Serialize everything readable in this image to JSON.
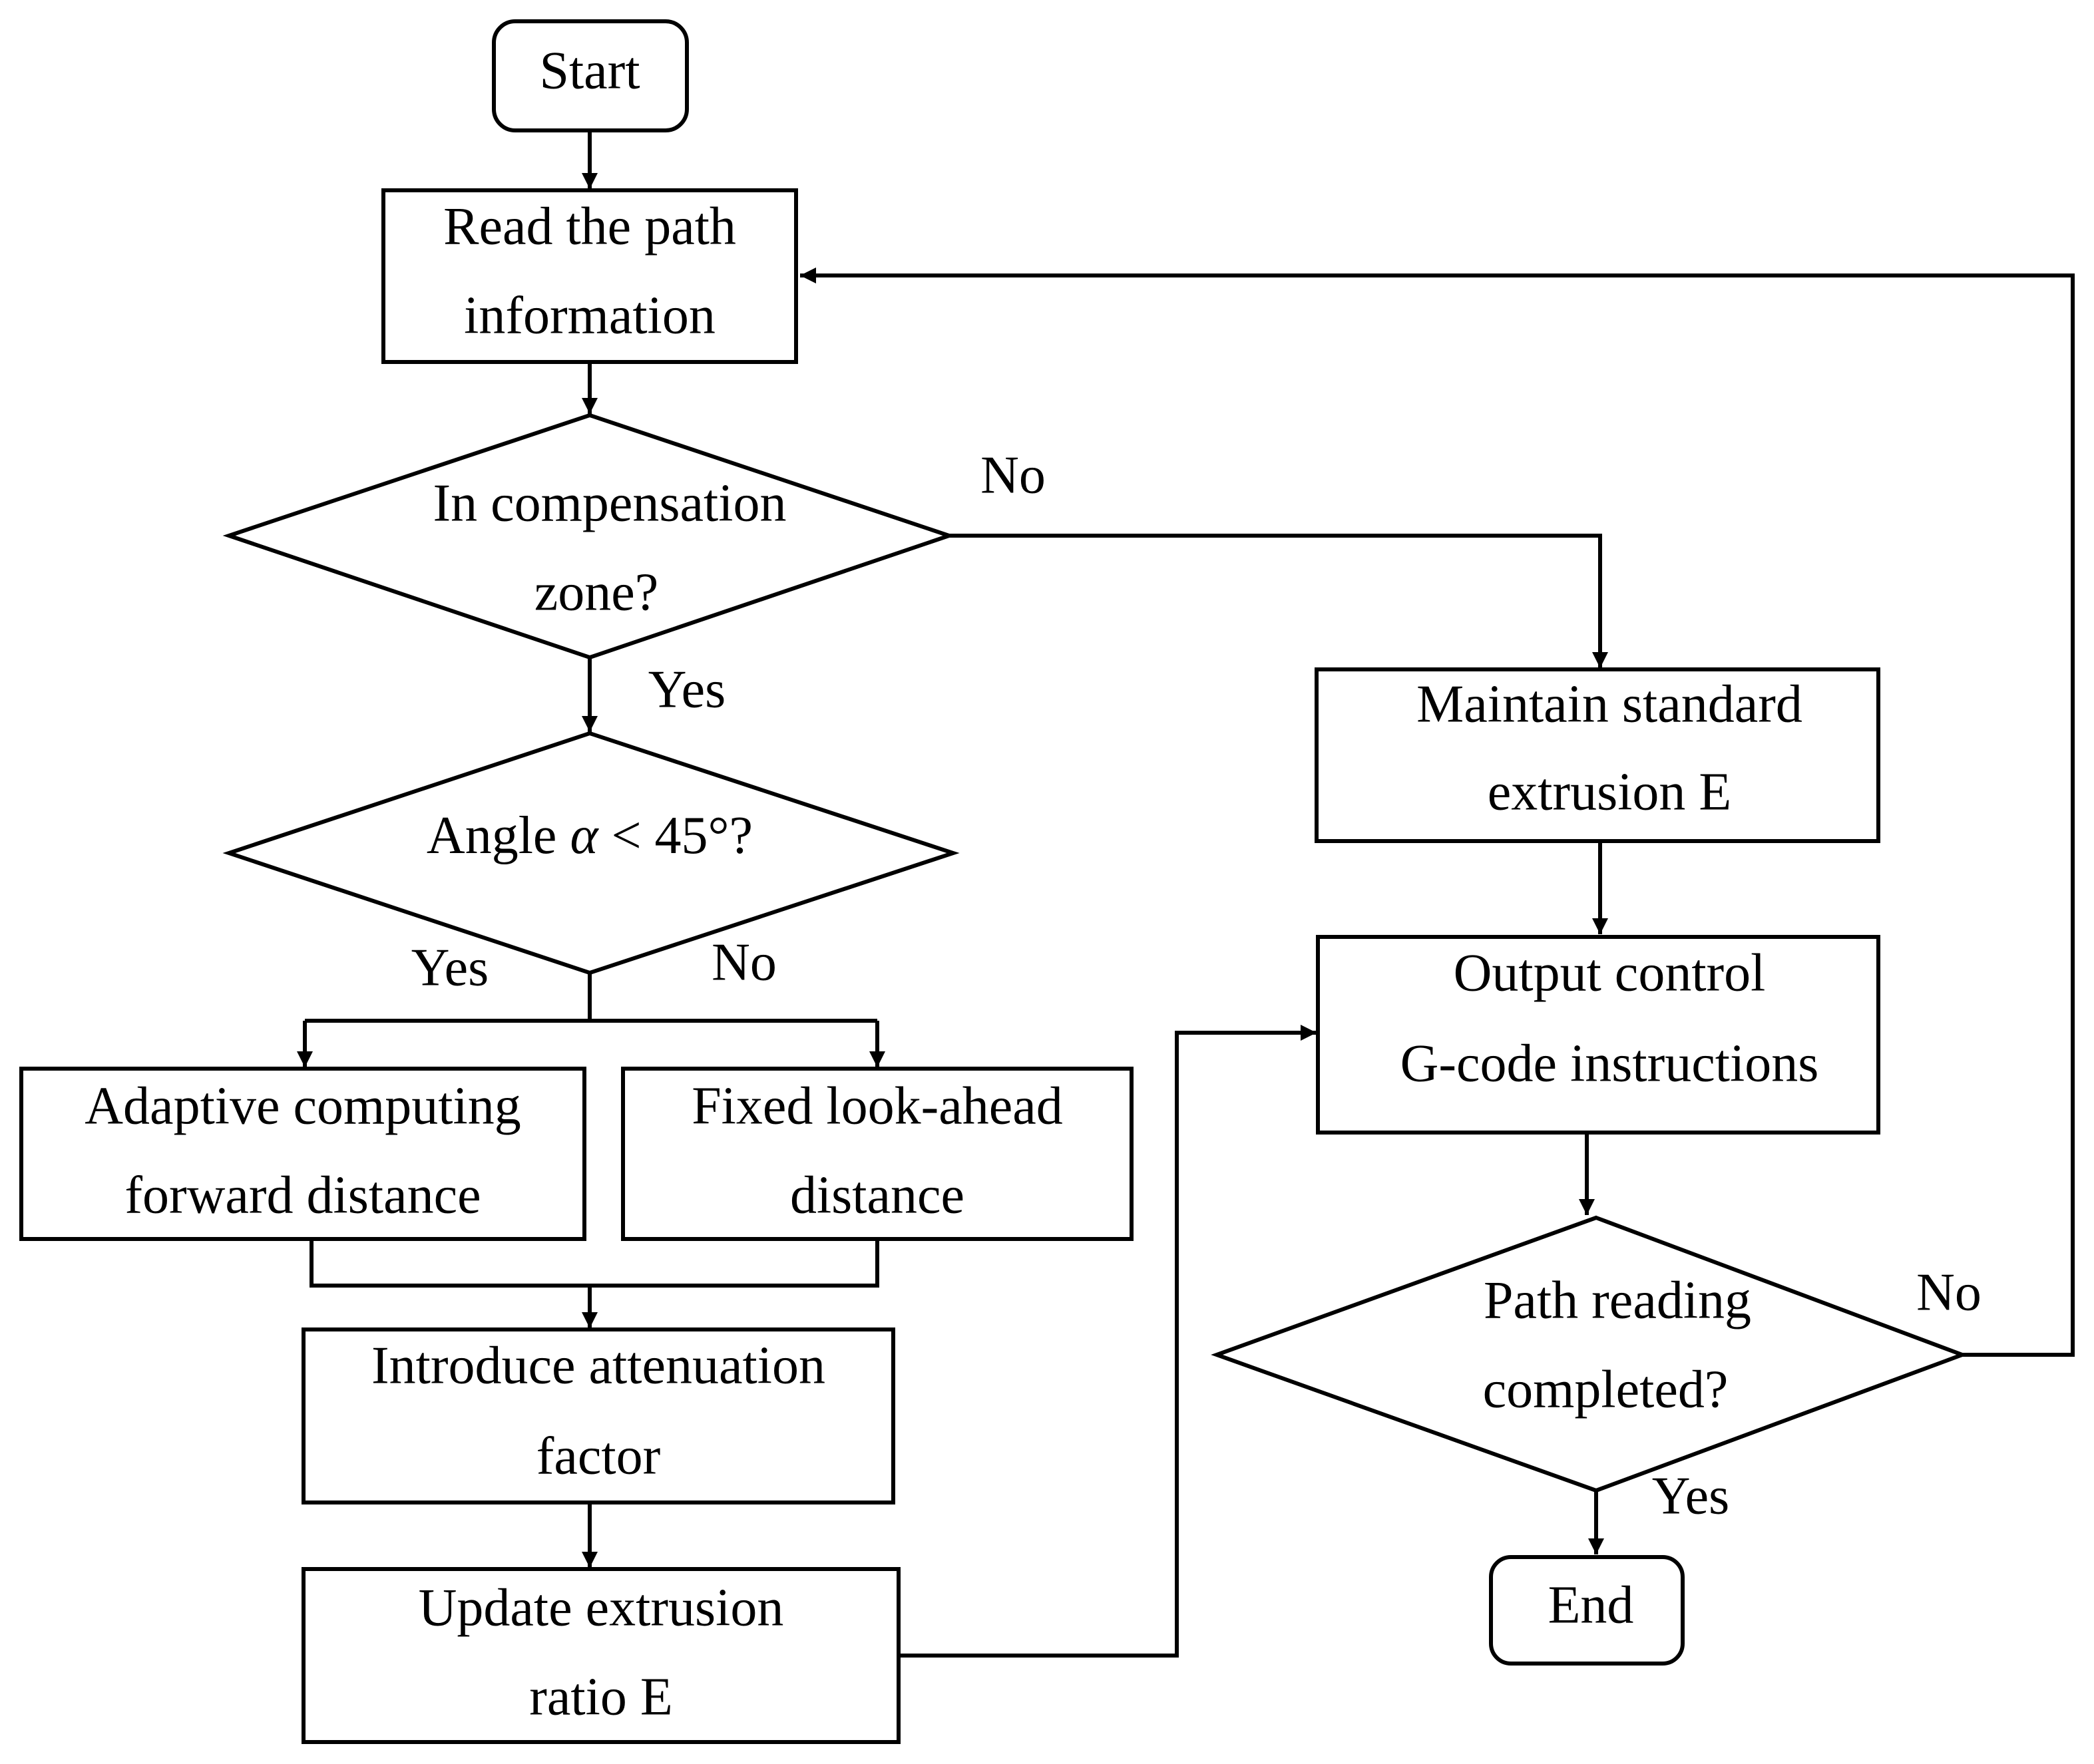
{
  "nodes": {
    "start": {
      "line1": "Start"
    },
    "read_path": {
      "line1": "Read the path",
      "line2": "information"
    },
    "in_compensation": {
      "line1": "In compensation",
      "line2": "zone?"
    },
    "angle": {
      "prefix": "Angle ",
      "symbol": "α",
      "suffix": " < 45°?"
    },
    "adaptive": {
      "line1": "Adaptive computing",
      "line2": "forward distance"
    },
    "fixed": {
      "line1": "Fixed look-ahead",
      "line2": "distance"
    },
    "attenuation": {
      "line1": "Introduce attenuation",
      "line2": "factor"
    },
    "update": {
      "line1": "Update extrusion",
      "line2": "ratio E"
    },
    "maintain": {
      "line1": "Maintain standard",
      "line2": "extrusion E"
    },
    "output": {
      "line1": "Output control",
      "line2": "G-code instructions"
    },
    "path_done": {
      "line1": "Path reading",
      "line2": "completed?"
    },
    "end": {
      "line1": "End"
    }
  },
  "edge_labels": {
    "compensation_no": "No",
    "compensation_yes": "Yes",
    "angle_yes": "Yes",
    "angle_no": "No",
    "done_no": "No",
    "done_yes": "Yes"
  }
}
